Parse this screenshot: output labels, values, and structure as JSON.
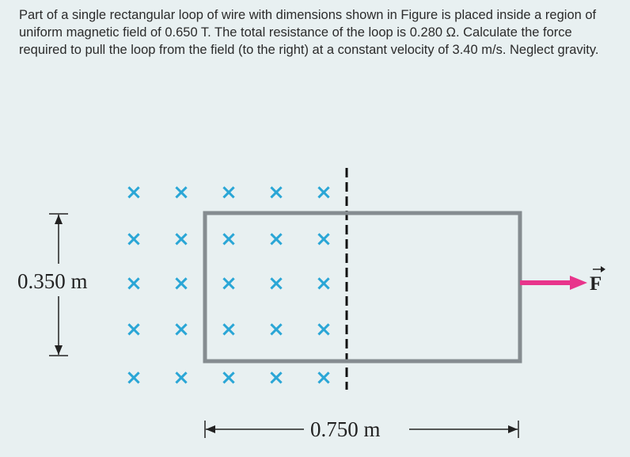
{
  "problem": {
    "text": "Part of a single rectangular loop of wire with dimensions shown in Figure is placed inside a region of uniform magnetic field of 0.650 T. The total resistance of the loop is 0.280 Ω. Calculate the force required to pull the loop from the field (to the right) at a constant velocity of 3.40 m/s. Neglect gravity."
  },
  "figure": {
    "height_label": "0.350 m",
    "width_label": "0.750 m",
    "force_label": "F",
    "field_symbol": "×",
    "field_rows": 5,
    "field_cols": 5,
    "colors": {
      "field_marks": "#2aa6d6",
      "loop": "#858c90",
      "force_arrow": "#e8358b",
      "boundary": "#111111"
    }
  }
}
